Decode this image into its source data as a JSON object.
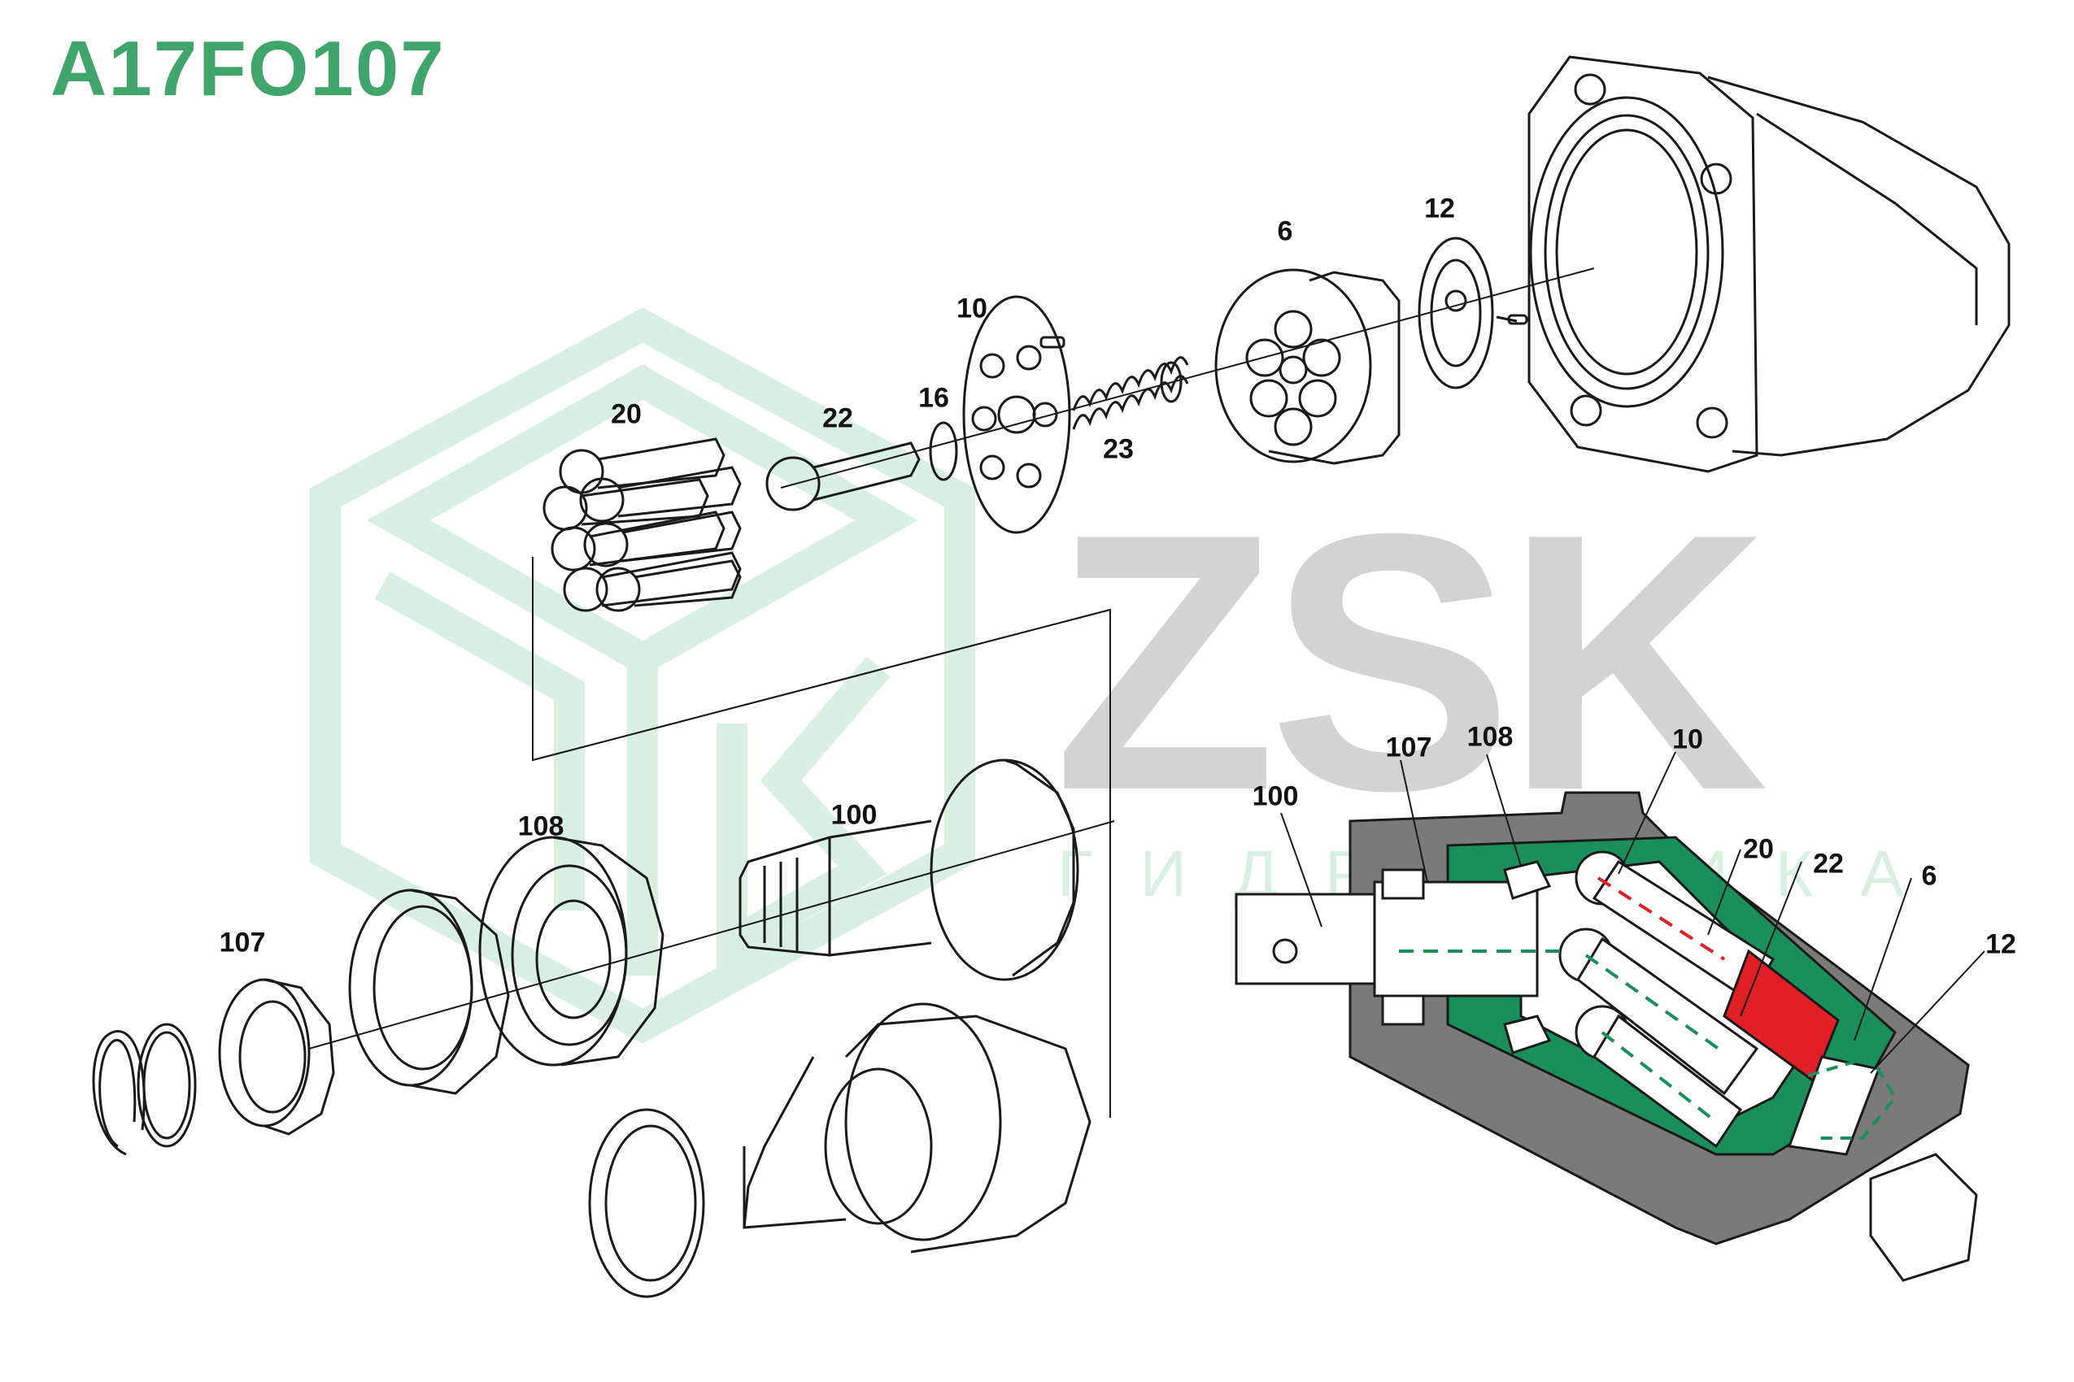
{
  "title": "A17FO107",
  "watermark": {
    "brand": "ZSK",
    "sub": "ГИДРАВЛИКА"
  },
  "colors": {
    "title": "#3fa56b",
    "watermark_gray": "#d3d3d3",
    "watermark_green": "#d9efe2",
    "section_green": "#1a8f5c",
    "section_gray": "#7a7a7a",
    "section_red": "#e01f26",
    "line": "#1a1a1a"
  },
  "exploded_view": {
    "callouts": {
      "p20": "20",
      "p22": "22",
      "p10": "10",
      "p16": "16",
      "p23": "23",
      "p6": "6",
      "p12": "12",
      "p108": "108",
      "p100": "100",
      "p107": "107"
    }
  },
  "section_view": {
    "callouts": {
      "p100": "100",
      "p107": "107",
      "p108": "108",
      "p10": "10",
      "p20": "20",
      "p22": "22",
      "p6": "6",
      "p12": "12"
    }
  }
}
